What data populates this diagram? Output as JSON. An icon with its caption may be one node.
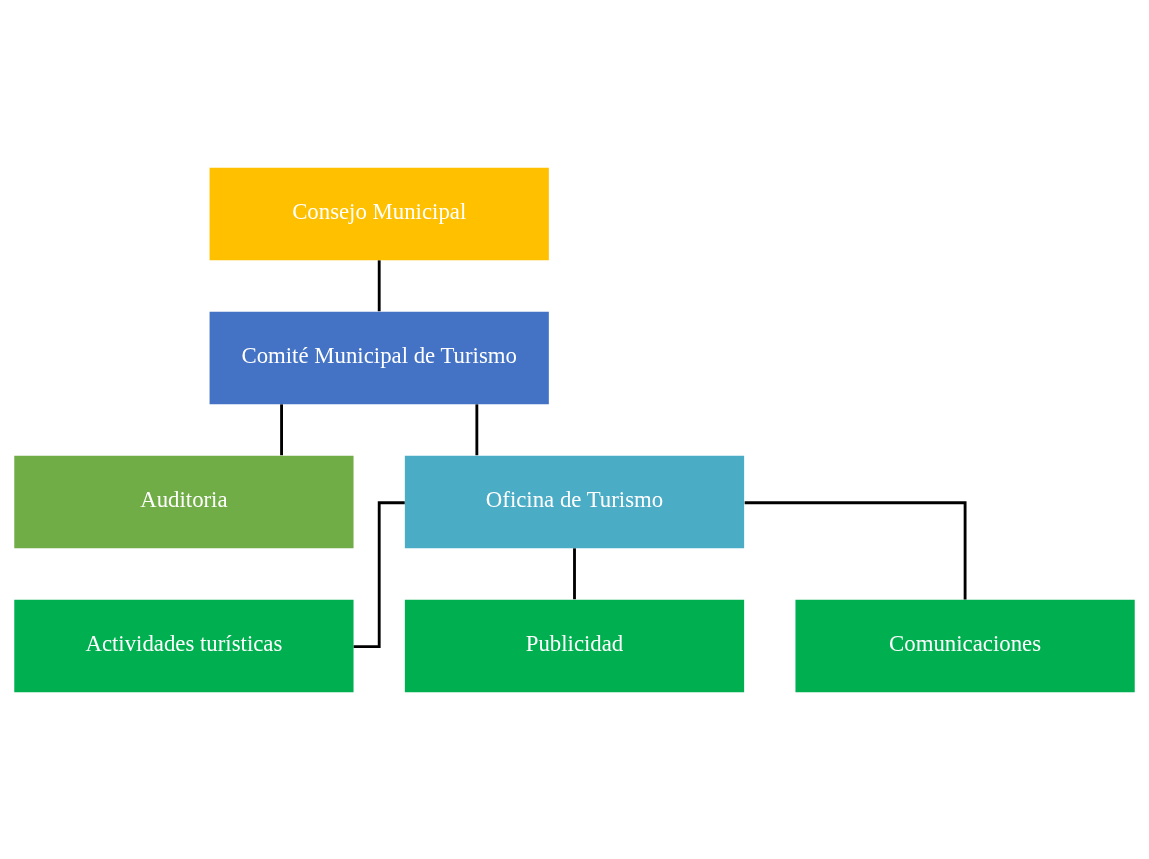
{
  "diagram": {
    "nodes": [
      {
        "text": [
          "Consejo Municipal"
        ]
      },
      {
        "text": [
          "Comité Municipal de Turismo"
        ]
      },
      {
        "text": [
          "Auditoria"
        ]
      },
      {
        "text": [
          "Oficina de Turismo"
        ]
      },
      {
        "text": [
          "Actividades turísticas"
        ]
      },
      {
        "text": [
          "Publicidad"
        ]
      },
      {
        "text": [
          "Comunicaciones"
        ]
      }
    ],
    "edges": [
      {
        "from": 0,
        "to": 1,
        "arrow": "none"
      },
      {
        "from": 1,
        "to": 2,
        "arrow": "none"
      },
      {
        "from": 1,
        "to": 3,
        "arrow": "none"
      },
      {
        "from": 3,
        "to": 4,
        "arrow": "none"
      },
      {
        "from": 3,
        "to": 5,
        "arrow": "none"
      },
      {
        "from": 3,
        "to": 6,
        "arrow": "none"
      }
    ]
  }
}
